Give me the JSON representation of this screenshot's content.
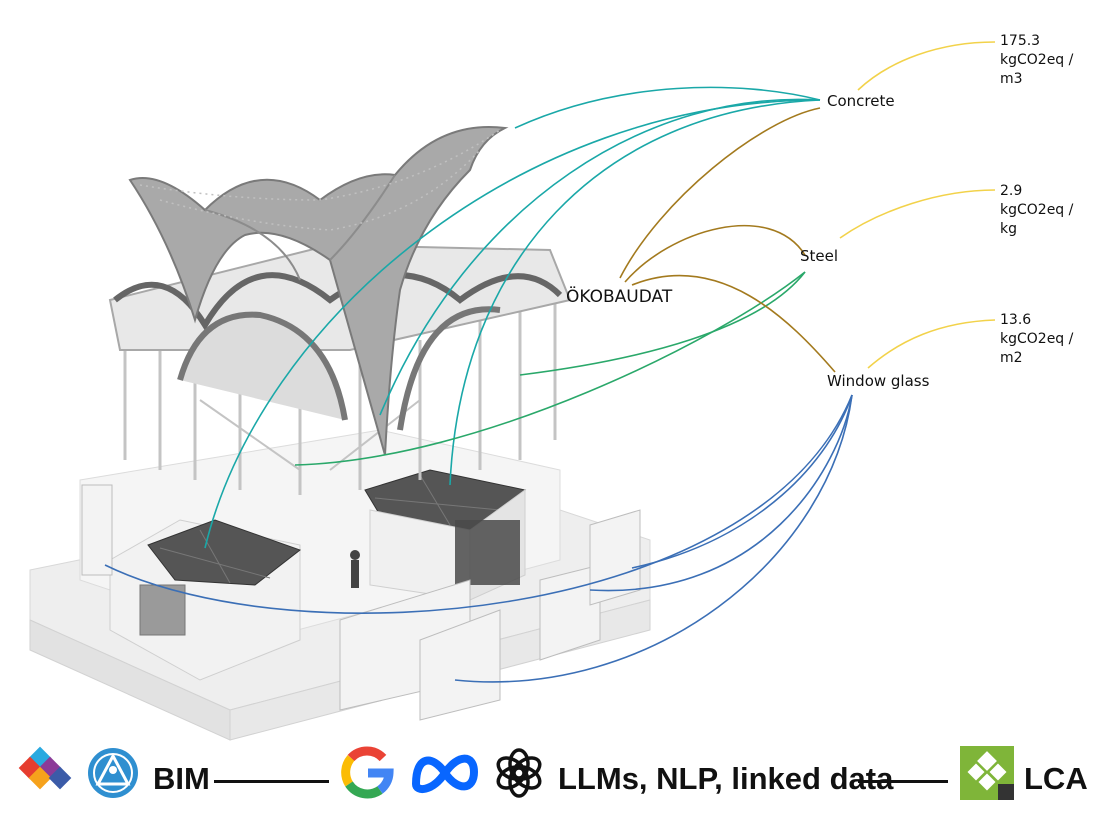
{
  "materials": [
    {
      "name": "Concrete",
      "value_lines": [
        "175.3",
        "kgCO2eq /",
        "m3"
      ]
    },
    {
      "name": "Steel",
      "value_lines": [
        "2.9",
        "kgCO2eq /",
        "kg"
      ]
    },
    {
      "name": "Window glass",
      "value_lines": [
        "13.6",
        "kgCO2eq /",
        "m2"
      ]
    }
  ],
  "database": "ÖKOBAUDAT",
  "footer": {
    "bim": "BIM",
    "llm": "LLMs, NLP, linked data",
    "lca": "LCA",
    "icons": [
      "ifc-logo-icon",
      "buildingsmart-logo-icon",
      "google-logo-icon",
      "meta-logo-icon",
      "openai-logo-icon",
      "oekobaudat-logo-icon"
    ]
  },
  "colors": {
    "concrete_link": "#1aa8a8",
    "steel_link": "#2aa86a",
    "glass_link": "#3b6fb6",
    "database_link": "#a37a1e",
    "value_link": "#f2d24a"
  }
}
